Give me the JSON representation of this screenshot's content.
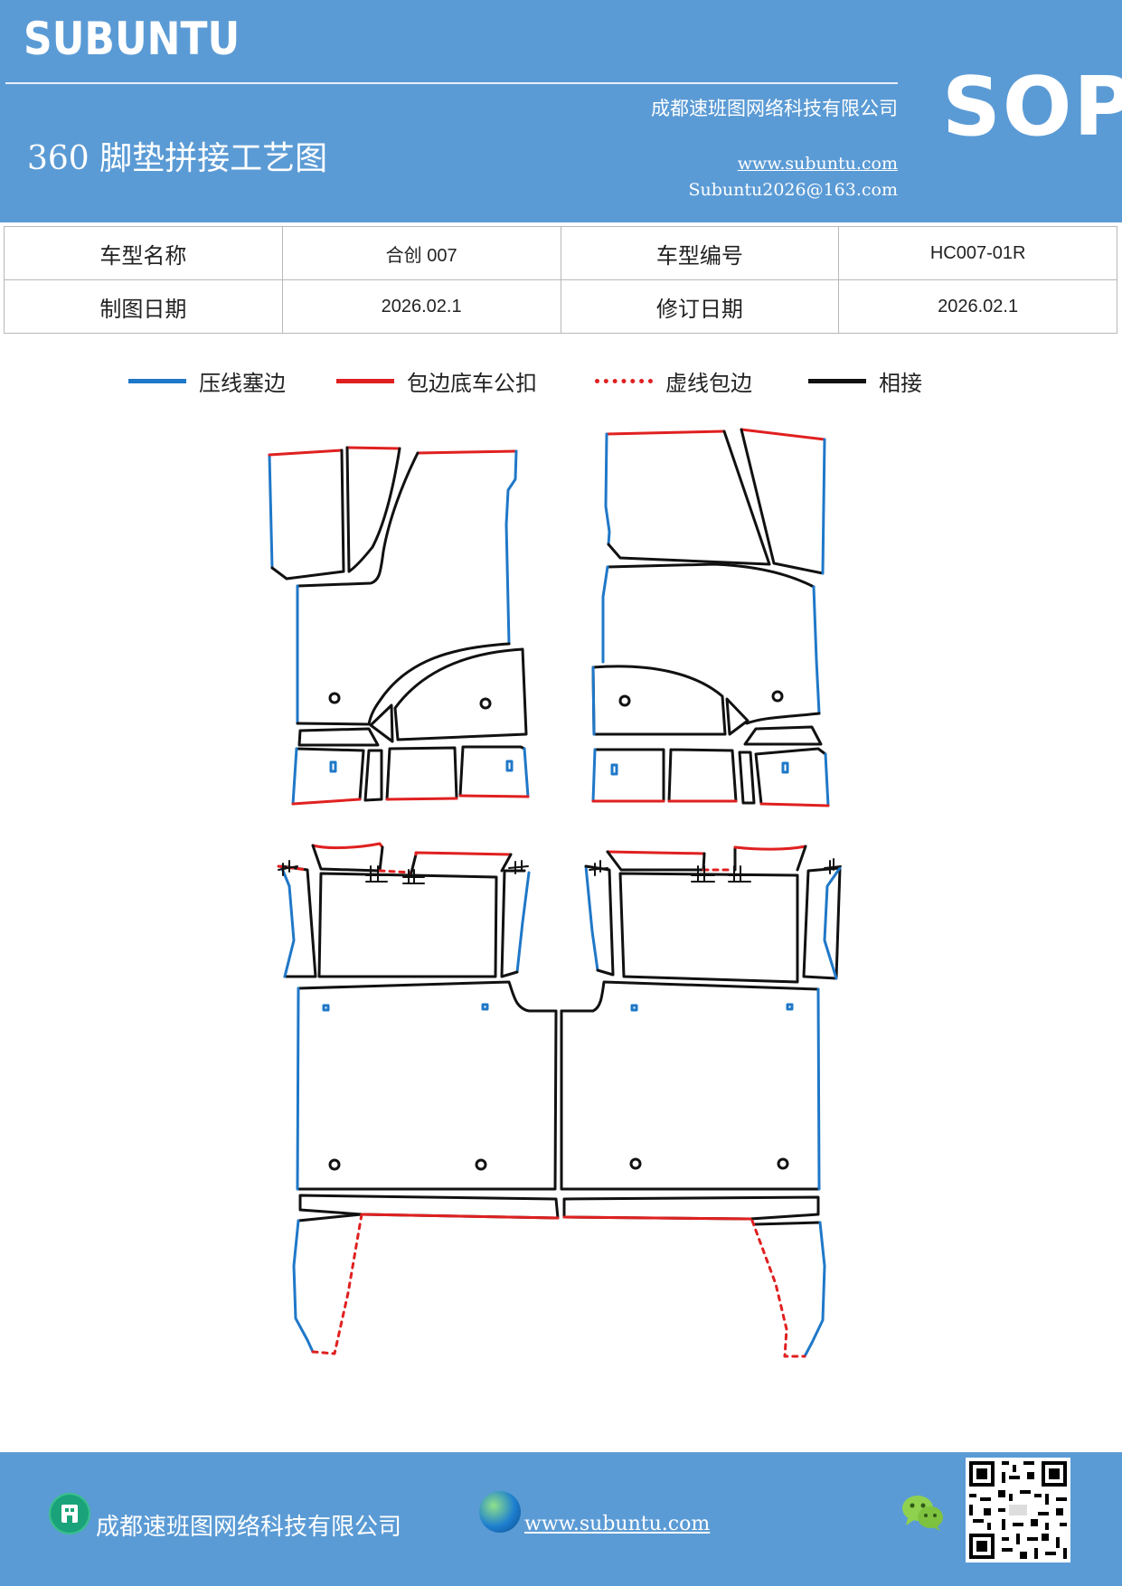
{
  "header": {
    "brand": "SUBUNTU",
    "company": "成都速班图网络科技有限公司",
    "title": "360 脚垫拼接工艺图",
    "url": "www.subuntu.com",
    "email": "Subuntu2026@163.com",
    "badge": "SOP"
  },
  "info": {
    "model_name_label": "车型名称",
    "model_name": "合创 007",
    "model_code_label": "车型编号",
    "model_code": "HC007-01R",
    "draw_date_label": "制图日期",
    "draw_date": "2026.02.1",
    "revise_date_label": "修订日期",
    "revise_date": "2026.02.1"
  },
  "legend": [
    {
      "label": "压线塞边",
      "color": "#1f78c8",
      "style": "solid"
    },
    {
      "label": "包边底车公扣",
      "color": "#e02020",
      "style": "solid"
    },
    {
      "label": "虚线包边",
      "color": "#e02020",
      "style": "dotted"
    },
    {
      "label": "相接",
      "color": "#111111",
      "style": "solid"
    }
  ],
  "footer": {
    "company": "成都速班图网络科技有限公司",
    "url": "www.subuntu.com",
    "icons": [
      "building-icon",
      "globe-icon",
      "wechat-icon",
      "qr-code"
    ]
  }
}
